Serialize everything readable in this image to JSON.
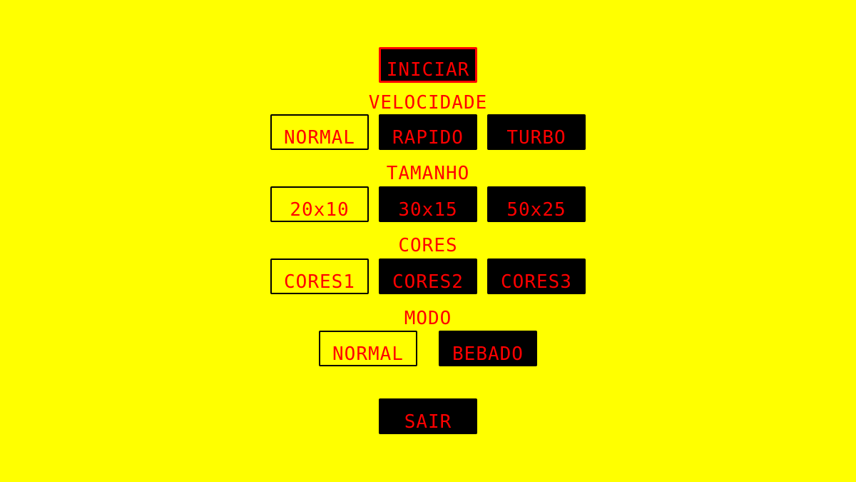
{
  "colors": {
    "background": "#ffff00",
    "text": "#ff0000",
    "button_fill": "#000000",
    "focus_border": "#ff0000"
  },
  "menu": {
    "start_label": "INICIAR",
    "exit_label": "SAIR",
    "speed": {
      "title": "VELOCIDADE",
      "selected": "NORMAL",
      "options": [
        "NORMAL",
        "RAPIDO",
        "TURBO"
      ]
    },
    "size": {
      "title": "TAMANHO",
      "selected": "20x10",
      "options": [
        "20x10",
        "30x15",
        "50x25"
      ]
    },
    "colors": {
      "title": "CORES",
      "selected": "CORES1",
      "options": [
        "CORES1",
        "CORES2",
        "CORES3"
      ]
    },
    "mode": {
      "title": "MODO",
      "selected": "NORMAL",
      "options": [
        "NORMAL",
        "BEBADO"
      ]
    }
  }
}
